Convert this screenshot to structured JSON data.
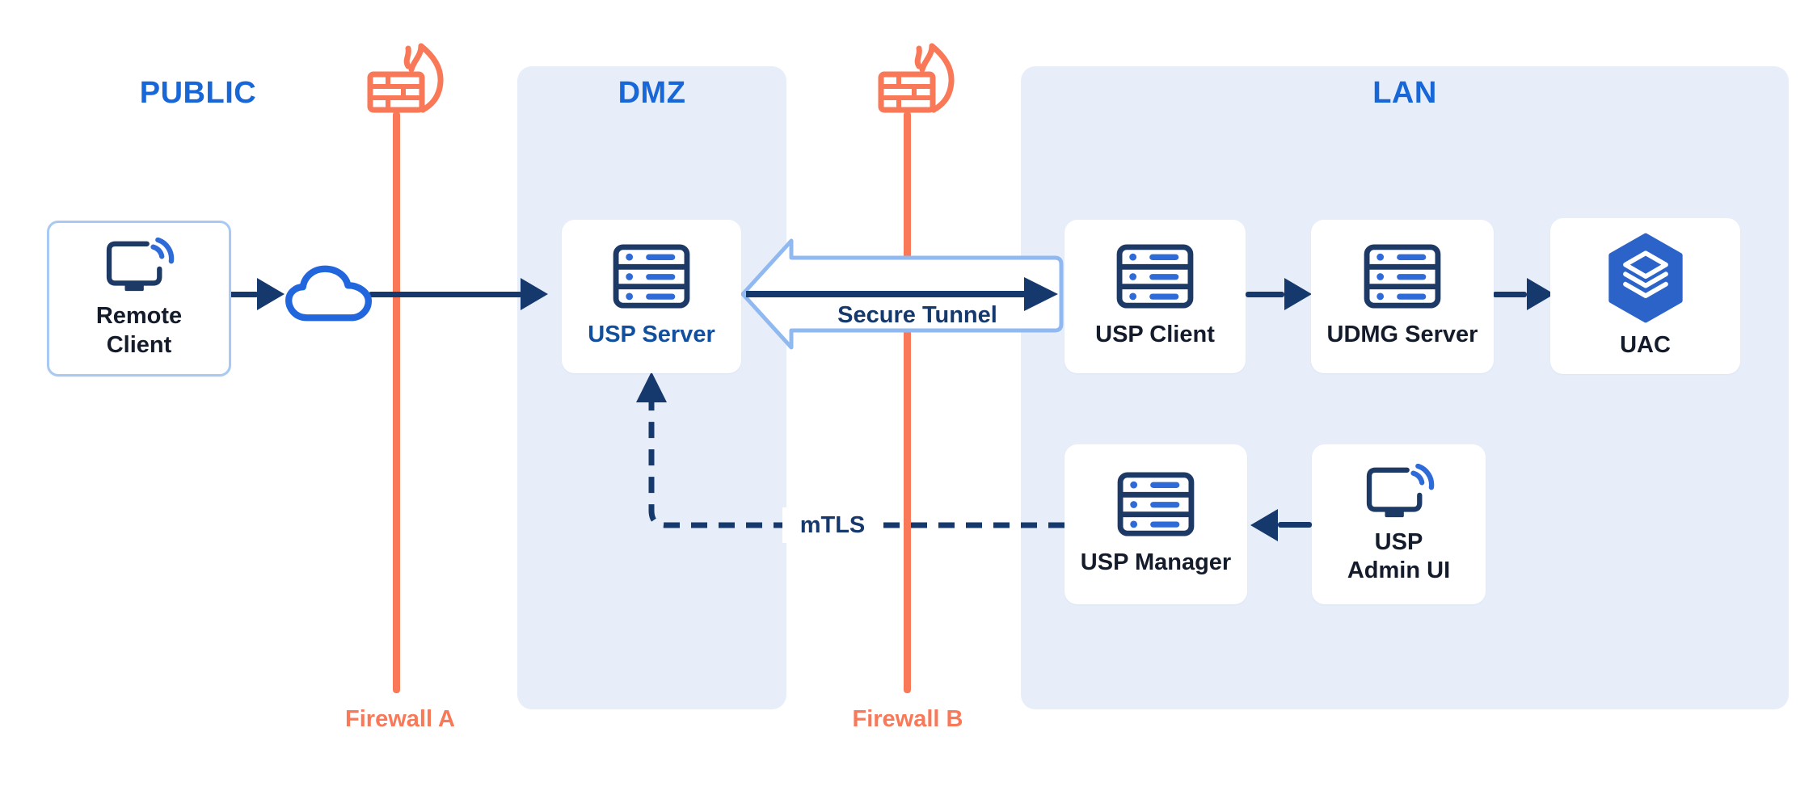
{
  "zones": {
    "public": "PUBLIC",
    "dmz": "DMZ",
    "lan": "LAN"
  },
  "nodes": {
    "remote_client": {
      "lines": [
        "Remote",
        "Client"
      ],
      "icon": "monitor-wifi-icon"
    },
    "usp_server": {
      "label": "USP Server",
      "icon": "server-icon"
    },
    "usp_client": {
      "label": "USP Client",
      "icon": "server-icon"
    },
    "udmg_server": {
      "label": "UDMG Server",
      "icon": "server-icon"
    },
    "uac": {
      "label": "UAC",
      "icon": "uac-hexagon-icon"
    },
    "usp_manager": {
      "label": "USP Manager",
      "icon": "server-icon"
    },
    "usp_admin_ui": {
      "lines": [
        "USP",
        "Admin UI"
      ],
      "icon": "monitor-wifi-icon"
    }
  },
  "connections": {
    "secure_tunnel": "Secure Tunnel",
    "mtls": "mTLS"
  },
  "firewalls": {
    "a": "Firewall A",
    "b": "Firewall B"
  },
  "colors": {
    "zone_background": "#E8EEF9",
    "zone_label_blue": "#1767D9",
    "arrow_navy": "#16396D",
    "node_text_dark": "#141B2B",
    "usp_server_text_blue": "#11509E",
    "firewall_orange": "#F97858",
    "tunnel_outline_blue": "#8FB9F0",
    "icon_detail_blue": "#2E6BD8",
    "uac_hexagon_blue": "#2B63C8",
    "cloud_blue": "#2266DD",
    "remote_client_border": "#A9C9F2"
  }
}
